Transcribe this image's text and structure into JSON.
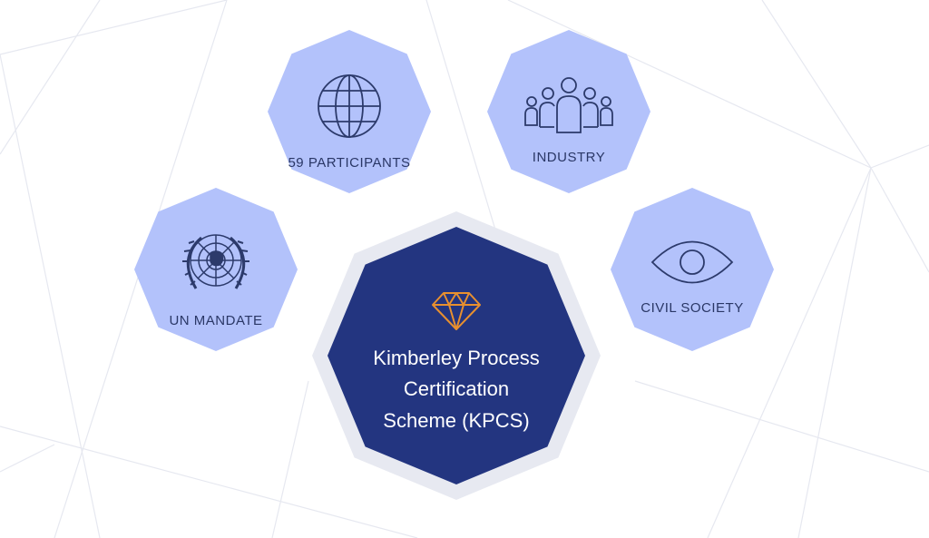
{
  "colors": {
    "background": "#ffffff",
    "grid_lines": "#e6e8f0",
    "satellite_fill": "#b3c2fb",
    "satellite_icon": "#2c3a6b",
    "center_halo": "#e7e9f1",
    "center_fill": "#233580",
    "center_icon": "#e8902f",
    "center_text": "#ffffff"
  },
  "center": {
    "icon": "diamond-icon",
    "title_lines": [
      "Kimberley Process",
      "Certification",
      "Scheme (KPCS)"
    ]
  },
  "satellites": {
    "participants": {
      "label": "59 PARTICIPANTS",
      "icon": "globe-icon"
    },
    "industry": {
      "label": "INDUSTRY",
      "icon": "people-group-icon"
    },
    "un_mandate": {
      "label": "UN MANDATE",
      "icon": "un-emblem-icon"
    },
    "civil_society": {
      "label": "CIVIL SOCIETY",
      "icon": "eye-icon"
    }
  }
}
